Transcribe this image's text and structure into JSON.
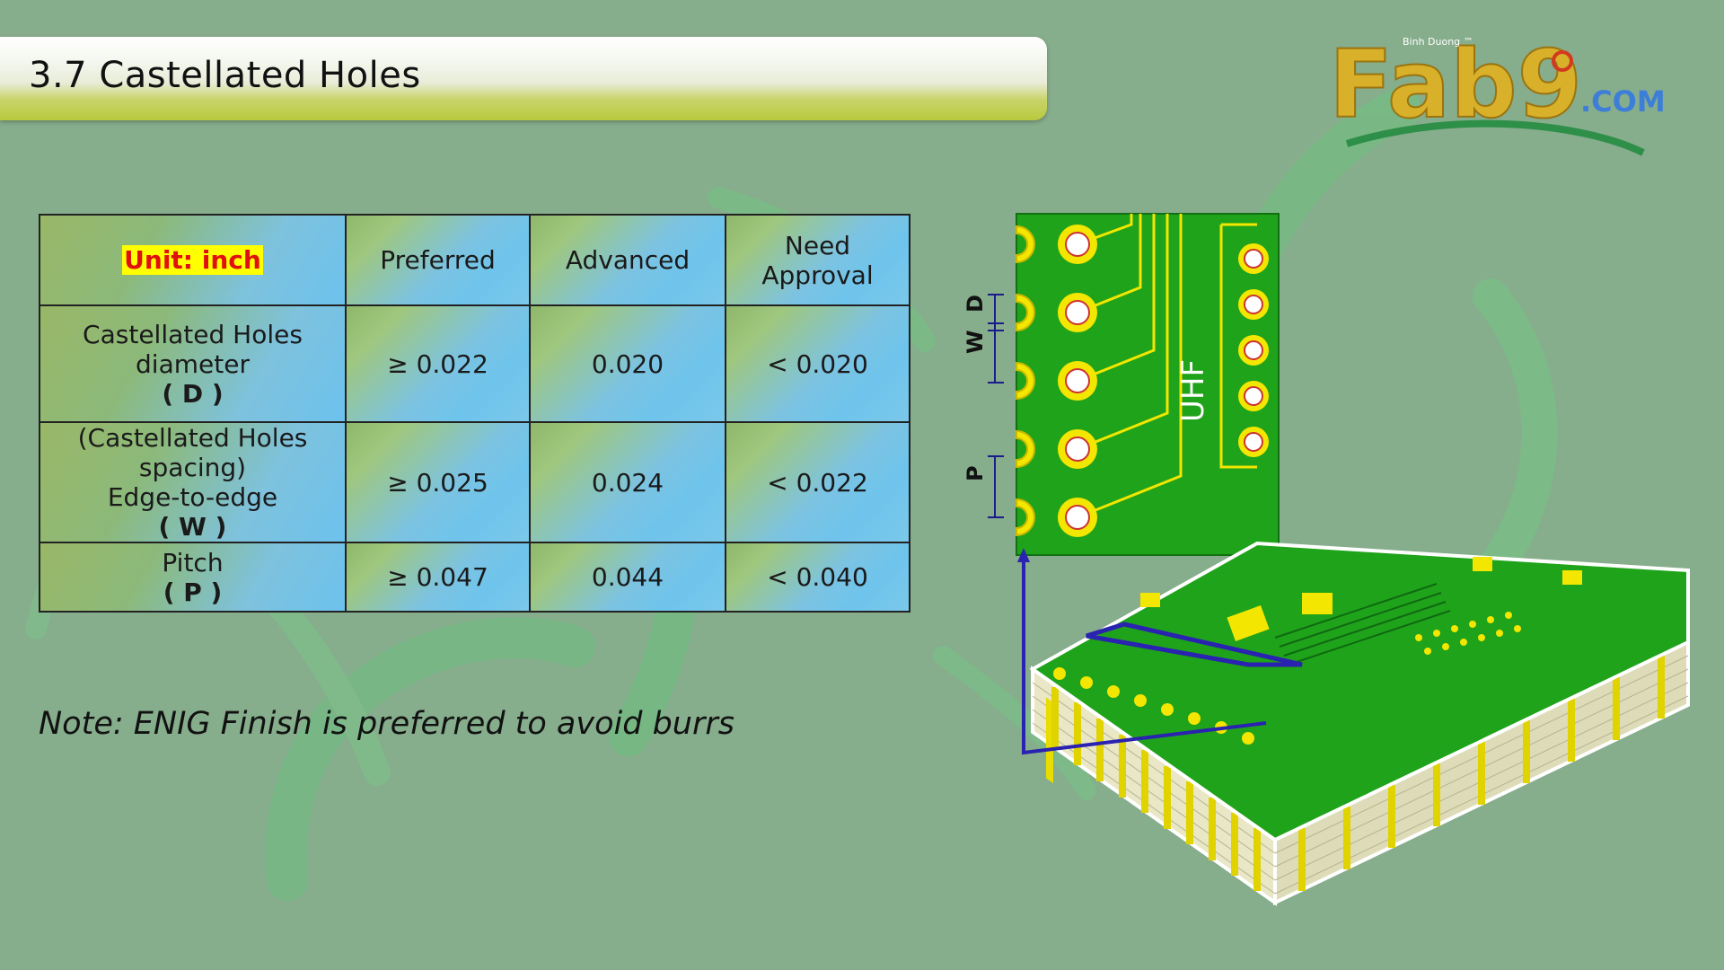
{
  "slide": {
    "title": "3.7 Castellated Holes",
    "note": "Note: ENIG Finish is preferred to avoid burrs"
  },
  "logo": {
    "brand": "Fab9",
    "sub": "Binh Duong ™",
    "domain": ".COM"
  },
  "table": {
    "unit": "Unit: inch",
    "headers": [
      "Preferred",
      "Advanced",
      "Need",
      "Approval"
    ],
    "rows": [
      {
        "label1": "Castellated Holes",
        "label2": "diameter",
        "label3": "",
        "symbol": "( D )",
        "preferred": "≥ 0.022",
        "advanced": "0.020",
        "approval": "< 0.020"
      },
      {
        "label1": "(Castellated Holes",
        "label2": "spacing)",
        "label3": "Edge-to-edge",
        "symbol": "( W )",
        "preferred": "≥  0.025",
        "advanced": "0.024",
        "approval": "< 0.022"
      },
      {
        "label1": "Pitch",
        "label2": "",
        "label3": "",
        "symbol": "( P )",
        "preferred": "≥  0.047",
        "advanced": "0.044",
        "approval": "< 0.040"
      }
    ]
  },
  "diagram": {
    "d_label": "D",
    "w_label": "W",
    "p_label": "P",
    "uhf_label": "UHF"
  },
  "colors": {
    "background": "#86ad8c",
    "pcb_green": "#1fa31a",
    "pad_yellow": "#f3e600",
    "arrow_blue": "#2a22b0"
  }
}
